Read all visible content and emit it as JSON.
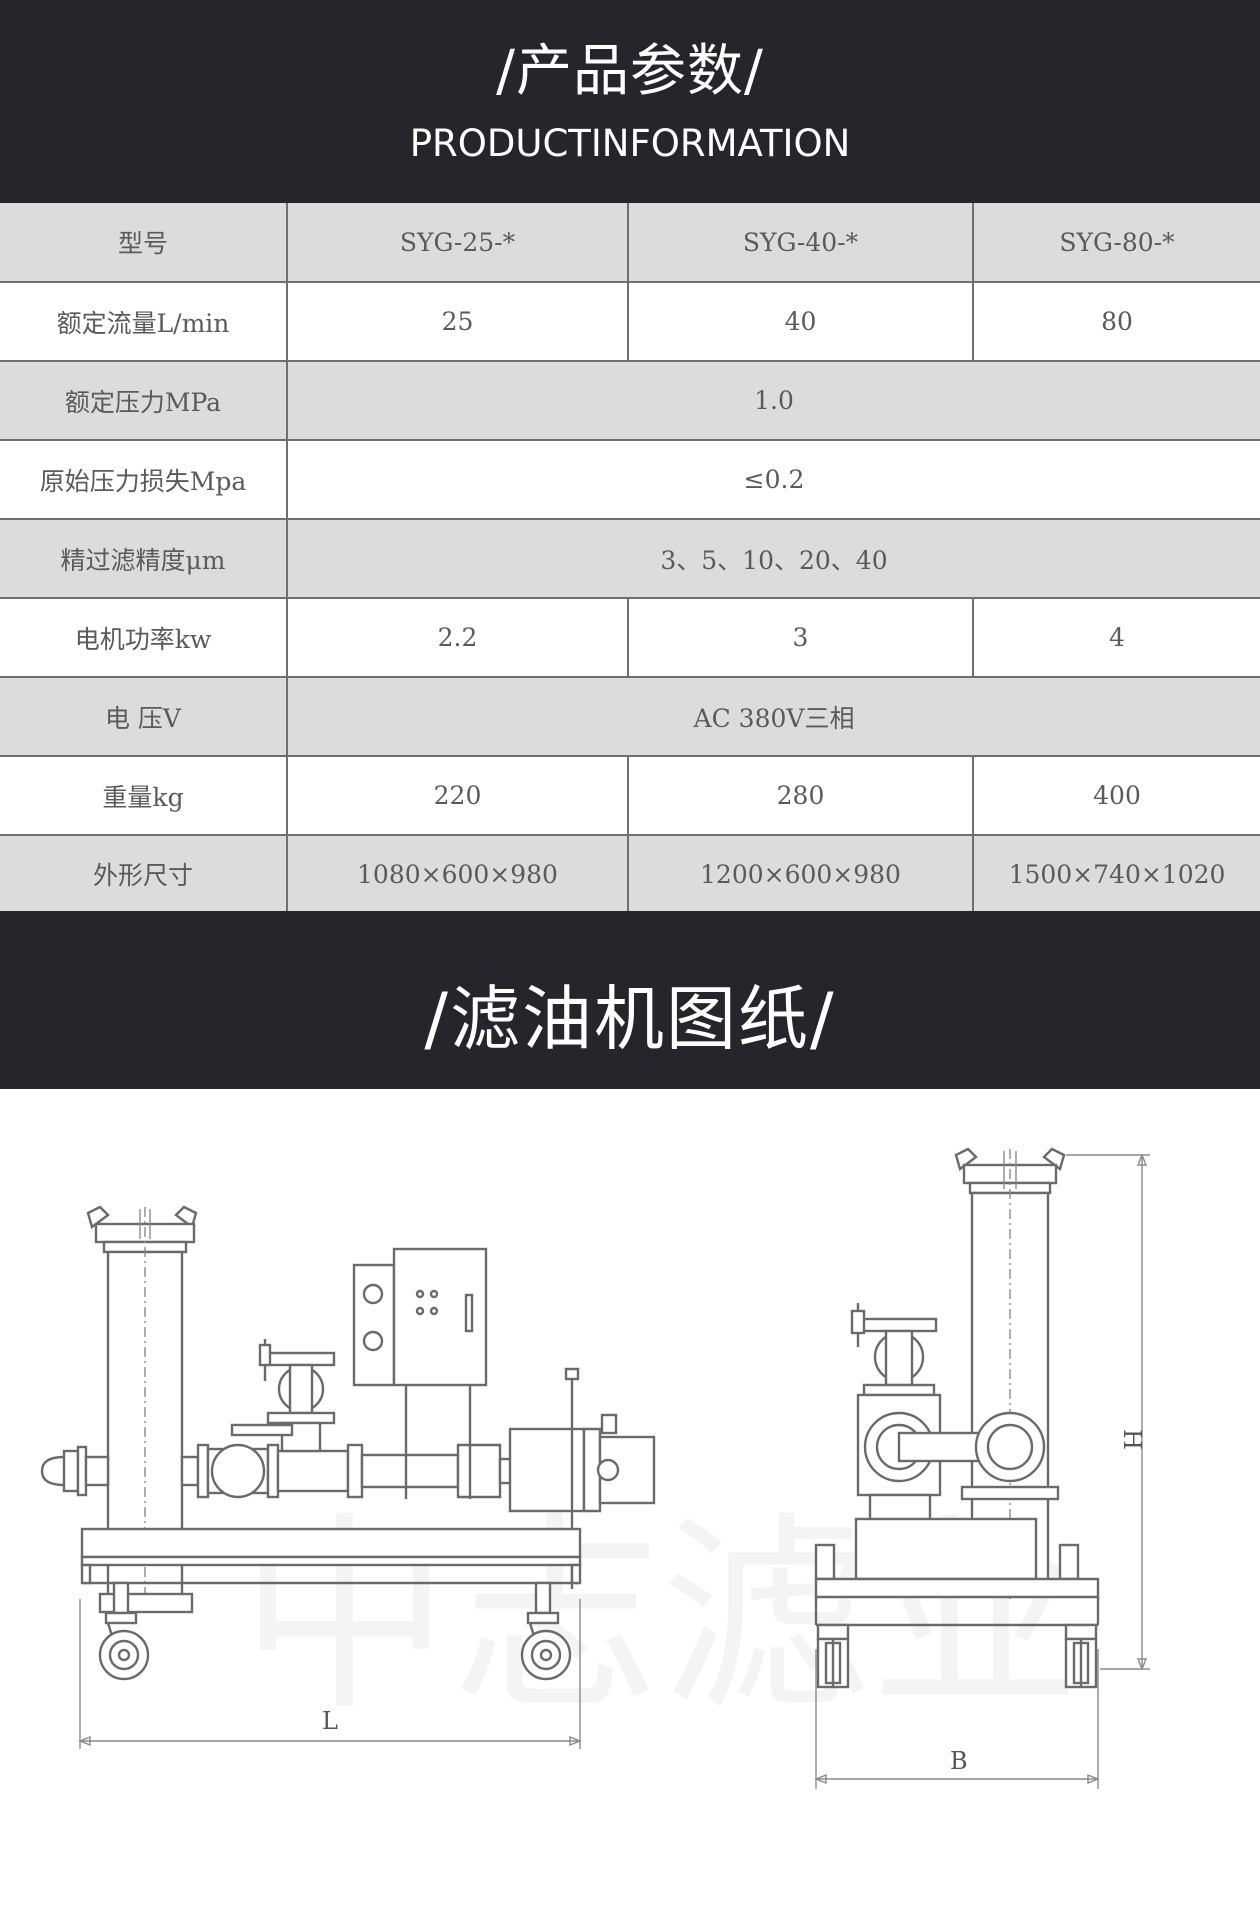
{
  "header": {
    "title": "/产品参数/",
    "subtitle": "PRODUCTINFORMATION"
  },
  "spec_table": {
    "rows": [
      {
        "label": "型号",
        "values": [
          "SYG-25-*",
          "SYG-40-*",
          "SYG-80-*"
        ]
      },
      {
        "label": "额定流量L/min",
        "values": [
          "25",
          "40",
          "80"
        ]
      },
      {
        "label": "额定压力MPa",
        "value": "1.0"
      },
      {
        "label": "原始压力损失Mpa",
        "value": "≤0.2"
      },
      {
        "label": "精过滤精度μm",
        "value": "3、5、10、20、40"
      },
      {
        "label": "电机功率kw",
        "values": [
          "2.2",
          "3",
          "4"
        ]
      },
      {
        "label": "电 压V",
        "value": "AC 380V三相"
      },
      {
        "label": "重量kg",
        "values": [
          "220",
          "280",
          "400"
        ]
      },
      {
        "label": "外形尺寸",
        "values": [
          "1080×600×980",
          "1200×600×980",
          "1500×740×1020"
        ]
      }
    ]
  },
  "drawing": {
    "title": "/滤油机图纸/",
    "dim_length_label": "L",
    "dim_width_label": "B",
    "dim_height_label": "H",
    "watermark": "中志滤业"
  },
  "colors": {
    "banner_bg": "#25262b",
    "banner_text": "#ffffff",
    "row_grey": "#dcdcdc",
    "row_white": "#ffffff",
    "line": "#6a6a6a"
  }
}
